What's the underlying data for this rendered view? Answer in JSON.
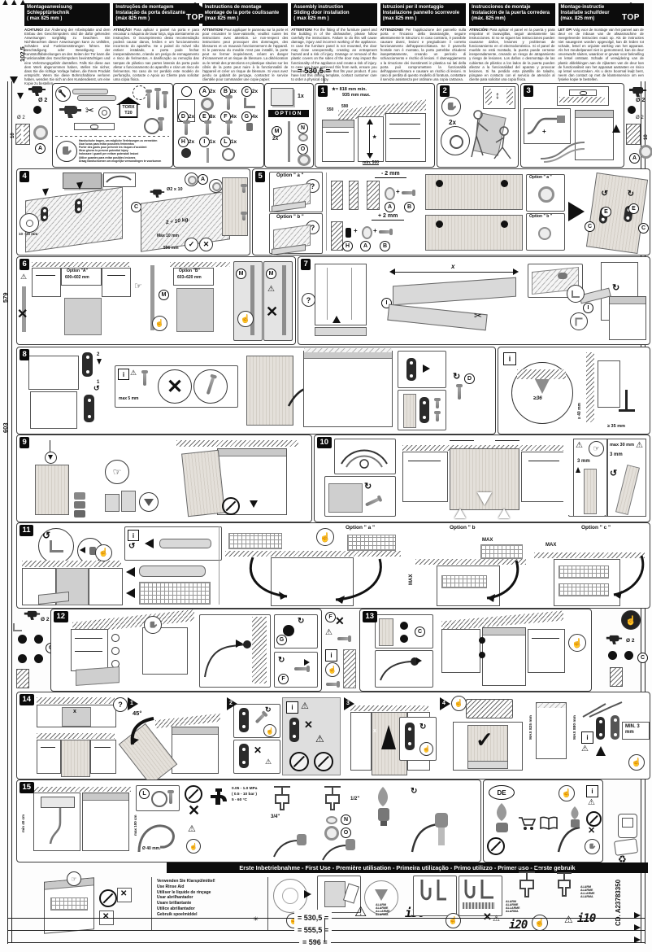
{
  "page": {
    "doc_code": "CD. A23783350",
    "eq": "=",
    "top_dim": "530,5",
    "left_dim_top": "102,5",
    "left_dim_mid": "579",
    "left_dim_low": "603",
    "bottom_dims": [
      {
        "v": "530,5"
      },
      {
        "v": "555,5"
      },
      {
        "v": "596"
      }
    ],
    "top_label": "TOP",
    "star": "★"
  },
  "header": {
    "columns": [
      {
        "t1": "Montageanweisung",
        "t2": "Schlepptürtechnik",
        "t3": "( max 825 mm )",
        "lead": "ACHTUNG!",
        "body": "Zur Änderung der Arbeitsplatte und dem Einbau des Geschirrspülers sind die dafür geltenden Anweisungen sorgfältig zu beachten. Ein Nichtbeachten dieser Anweisungen kann zu Unfällen, Schäden und Funktionsstörungen führen. Die Beschädigung oder Beseitigung der Kunststoffabdeckungen an den Seiten der Tür kann die Funktionalität des Geschirrspülers beeinträchtigen und eine Verletzungsgefahr darstellen. Falls Sie diese aus dem Werk abgenommen haben, stellen Sie sicher, dass Sie die richtige Vorlage haben, die Ihrem Produkt entspricht. Wenn Sie diese Bohrschablone verloren haben, wenden Sie sich an den Kundendienst, um eine Kopie zu bestellen."
      },
      {
        "t1": "Instruções de montagem",
        "t2": "Instalação da porta deslizante",
        "t3": "(máx 825 mm )",
        "lead": "ATENÇÃO!",
        "body": "Para aplicar o painel na porta e para encaixar a máquina de lavar loiça, siga atentamente as instruções. O incumprimento desta recomendação poderá causar danos, lesões e um funcionamento incorrecto do aparelho. Se o painel do móvel não estiver instalado, a porta pode fechar inesperadamente, criando um perigo de esmagamento e risco de ferimentos. A danificação ou remoção das tampas de plástico nas partes laterais da porta pode afetar o funcionamento do aparelho e criar um risco de ferimentos. No caso de ter perdido este modelo de perfuração, contacte o Apoio ao Cliente para solicitar uma cópia física."
      },
      {
        "t1": "Instructions de montage",
        "t2": "Montage de la porte coulissante",
        "t3": "(max 825 mm )",
        "lead": "ATTENTION!",
        "body": "Pour appliquer le panneau sur la porte et pour encastrer le lave-vaisselle, veuillez suivre les instructions avec attention. Le non-respect des instructions peut provoquer des dommages, des blessures et un mauvais fonctionnement de l'appareil. Si le panneau du meuble n'est pas installé, la porte peut se fermer inopinément, créant un danger d'écrasement et un risque de blessure. La détérioration ou le retrait des protections en plastique situées sur les côtés de la porte peut nuire à la fonctionnalité de l'appareil et créer un risque de blessure. Si vous avez perdu ce gabarit de perçage, contactez le service clientèle pour commander une copie papier."
      },
      {
        "t1": "Assembly instruction",
        "t2": "Sliding door installation",
        "t3": "( max 825 mm )",
        "lead": "ATTENTION!",
        "body": "For the fitting of the furniture panel and the building in of the dishwasher, please follow carefully the instructions. Failure to do this will cause damage, injury and incorrect working of the appliance. In case the furniture panel is not mounted, the door may close unexpectedly, creating an entrapment hazard and a risk of injury. Damage or removal of the plastic covers on the sides of the door may impact the functionality of the appliance and create a risk of injury. In case you have retrieved this from web, ensure you have the correct template that fits your product. If you have lost this drilling template, contact customer care to order a physical copy."
      },
      {
        "t1": "Istruzioni per il montaggio",
        "t2": "Installazione pannello scorrevole",
        "t3": "(max 825 mm )",
        "lead": "ATTENZIONE!",
        "body": "Per l'applicazione del pannello sulla porta e l'incasso della lavastoviglie, seguire attentamente le istruzioni. In caso contrario, è possibile causare danni, lesioni e pregiudicare il corretto funzionamento dell'apparecchiatura. Se il pannello frontale non è montato, la porta potrebbe chiudersi inaspettatamente, creando un pericolo di schiacciamento e rischio di lesioni. Il danneggiamento o la rimozione dei rivestimenti in plastica sui lati della porta può compromettere la funzionalità dell'apparecchiatura e causare un rischio di lesioni. In caso di perdita di questo modello di foratura, contattare il servizio assistenza per ordinare una copia cartacea."
      },
      {
        "t1": "Instrucciones de montaje",
        "t2": "Instalación de la puerta corredera",
        "t3": "(máx. 825 mm)",
        "lead": "ATENCIÓN!",
        "body": "Para aplicar el panel en la puerta y para empotrar el lavavajillas, seguir atentamente las instrucciones. Si no se siguen las instrucciones pueden causarse daños, lesiones y problemas de funcionamiento en el electrodoméstico. Si el panel de mueble no está montado, la puerta puede cerrarse inesperadamente, creando un riesgo de atrapamiento y riesgo de lesiones. Los daños o desmontaje de las cubiertas de plástico a los lados de la puerta pueden afectar a la funcionalidad del aparato y provocar lesiones. Si ha perdido esta plantilla de taladro, póngase en contacto con el servicio de atención al cliente para solicitar una copia física."
      },
      {
        "t1": "Montage-instructie",
        "t2": "Installatie schuifdeur",
        "t3": "(max. 825 mm)",
        "lead": "LET OP!",
        "body": "Volg voor de montage van het paneel aan de deur en de inbouw van de afwasmachine de meegeleverde instructies exact op. Als de instructies niet nauwgezet worden opgevolgd, kan dit leiden tot schade, letsel en onjuiste werking van het apparaat. Als het meubelpaneel niet is gemonteerd, kan de deur onverwacht sluiten, waardoor er gevaar voor beknelling en letsel ontstaat. Schade of verwijdering van de plastic afdekkingen aan de zijkanten van de deur kan de functionaliteit van het apparaat aantasten en risico op letsel veroorzaken. Als u deze boormal kwijt bent, neem dan contact op met de klantenservice om een fysieke kopie te bestellen."
      }
    ]
  },
  "tools": {
    "torx1": "TORX",
    "torx2": "T20",
    "gloves": [
      {
        "line": "Handschuhe tragen, um mögliche Verletzungen zu vermeiden"
      },
      {
        "line": "Usar luvas para evitar possíveis ferimentos"
      },
      {
        "line": "Porter des gants pour prévenir les risques d'accident"
      },
      {
        "line": "Wear gloves to prevent potential injury"
      },
      {
        "line": "Indossare i guanti per evitare potenziali lesioni"
      },
      {
        "line": "Utilice guantes para evitar posibles lesiones"
      },
      {
        "line": "Draag handschoenen om mogelijke verwondingen te voorkomen"
      }
    ]
  },
  "parts": {
    "items": [
      {
        "id": "",
        "qty": "",
        "type": "g-warn"
      },
      {
        "id": "A",
        "qty": "2x",
        "type": "g-cup"
      },
      {
        "id": "B",
        "qty": "2x",
        "type": "g-screw"
      },
      {
        "id": "C",
        "qty": "2x",
        "type": "g-bracket"
      },
      {
        "id": "D",
        "qty": "2x",
        "type": "g-screw"
      },
      {
        "id": "E",
        "qty": "8x",
        "type": "g-screw"
      },
      {
        "id": "F",
        "qty": "4x",
        "type": "g-screw"
      },
      {
        "id": "G",
        "qty": "4x",
        "type": "g-plug"
      },
      {
        "id": "H",
        "qty": "2x",
        "type": "g-disc"
      },
      {
        "id": "I",
        "qty": "1x",
        "type": "g-strip"
      },
      {
        "id": "L",
        "qty": "1x",
        "type": "g-clamp"
      }
    ],
    "template_qty": "1x",
    "option": "OPTION",
    "m": "M",
    "m_qty": "2x",
    "n": "N",
    "o": "O"
  },
  "margins": {
    "dia": "Ø 2",
    "depth": "10",
    "a": "A",
    "c": "C"
  },
  "steps": {
    "s1": {
      "num": "1",
      "note1": "★= 818 mm min.",
      "note2": "935 mm max.",
      "d1": "550",
      "d2": "590",
      "d3": "min. 500",
      "star": "★"
    },
    "s2": {
      "num": "2",
      "qty": "2x"
    },
    "s3": {
      "num": "3",
      "plus": "+"
    },
    "s4": {
      "num": "4",
      "screw": "Ø2 x 10",
      "weight": "2 ÷ 10 kg.",
      "maxh": "MAX 825 mm",
      "width": "596 mm",
      "maxt": "Max 10 mm",
      "tape": "10 - 20 mm",
      "a": "A",
      "c": "C"
    },
    "s5": {
      "num": "5",
      "opt_a": "Option \" a \"",
      "opt_b": "Option \" b \"",
      "minus": "- 2 mm",
      "plus": "+ 2 mm",
      "a": "A",
      "b": "B",
      "h": "H",
      "c": "C",
      "e": "E",
      "q": "?"
    },
    "s6": {
      "num": "6",
      "opt_a": "Option \"A\"",
      "range_a": "600÷602 mm",
      "opt_b": "Option \"B\"",
      "range_b": "603÷620 mm",
      "m": "M"
    },
    "s7": {
      "num": "7",
      "x": "x",
      "i": "I",
      "q": "?"
    },
    "s8": {
      "num": "8",
      "info": "i",
      "max5": "max 5 mm",
      "d": "D",
      "wedge": "≥36",
      "v": "≥ 40 mm",
      "h": "≥ 35 mm",
      "n1": "1",
      "n2": "2"
    },
    "s9": {
      "num": "9"
    },
    "s10": {
      "num": "10",
      "g1": "3 mm",
      "g2": "max 30 mm"
    },
    "s11": {
      "num": "11",
      "info": "i",
      "opt_a": "Option \" a \"",
      "opt_b": "Option \" b",
      "opt_c": "Option \" c \"",
      "max": "MAX"
    },
    "s12": {
      "num": "12",
      "info": "i",
      "c": "C",
      "g": "G",
      "f": "F",
      "dia": "Ø 2"
    },
    "s13": {
      "num": "13",
      "c": "C",
      "dia": "Ø 2"
    },
    "s14": {
      "num": "14",
      "x": "x",
      "angle": "45°",
      "n1": "1",
      "n2": "2",
      "n3": "3",
      "n4": "4",
      "n5": "5",
      "info": "i",
      "min3": "MIN. 3 mm",
      "max825": "MAX 825 mm",
      "max880": "MAX 880 mm"
    },
    "s15": {
      "num": "15",
      "l": "L",
      "press1": "0.05 - 1.0 MPa",
      "press2": "( 0.5 - 10 bar )",
      "press3": "5 - 60 °C",
      "c34": "3/4\"",
      "c12": "1/2\"",
      "n": "N",
      "o": "O",
      "dia40": "Ø 40 mm.",
      "de": "DE",
      "info": "i",
      "h1": "min 40 cm",
      "h2": "max 100 cm"
    }
  },
  "footer": {
    "first_use": "Erste Inbetriebnahme - First Use - Première utilisation - Primeira utilização - Primo utilizzo - Primer uso - Eerste gebruik",
    "rinse": [
      {
        "line": "Verwenden Sie Klarspülmittel!"
      },
      {
        "line": "Use Rinse Aid"
      },
      {
        "line": "Utiliser le liquide de rinçage"
      },
      {
        "line": "Usar abrilhantador"
      },
      {
        "line": "Usare brillantante"
      },
      {
        "line": "Utilice abrillantador"
      },
      {
        "line": "Gebruik spoelmiddel"
      }
    ],
    "alarm_words": [
      {
        "w": "ALARM"
      },
      {
        "w": "ALARME"
      },
      {
        "w": "ALLARME"
      },
      {
        "w": "ALARMA"
      }
    ],
    "a1": "i30",
    "a2": "i20",
    "a3": "i10"
  }
}
